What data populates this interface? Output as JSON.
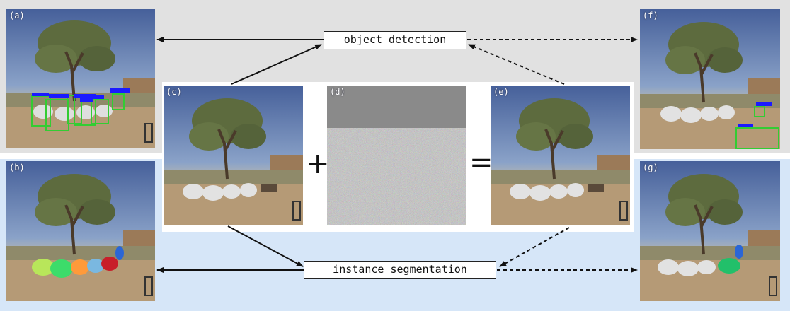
{
  "labels": {
    "top_box": "object detection",
    "bottom_box": "instance segmentation",
    "plus": "+",
    "equals": "="
  },
  "panels": {
    "a": "(a)",
    "b": "(b)",
    "c": "(c)",
    "d": "(d)",
    "e": "(e)",
    "f": "(f)",
    "g": "(g)"
  },
  "colors": {
    "top_band": "#e1e1e1",
    "bottom_band": "#d6e6f8",
    "sky": "#5a76a8",
    "ground": "#b59a76",
    "detection_box": "#33cc33",
    "detection_label": "#1a1aff"
  }
}
